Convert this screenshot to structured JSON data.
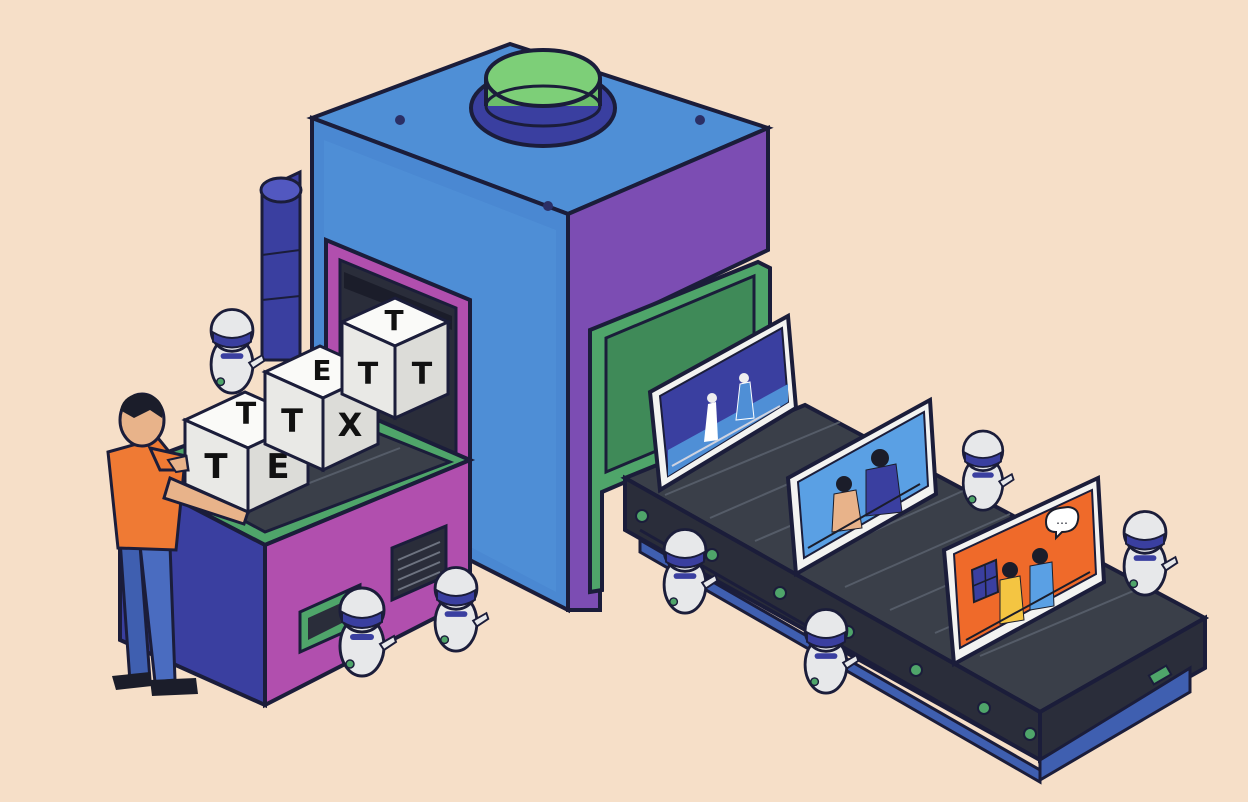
{
  "illustration": {
    "subject": "text-to-video machine",
    "colors": {
      "background": "#f6dfc8",
      "machine_blue": "#4f8fd6",
      "machine_purple": "#7c4db3",
      "machine_magenta": "#b14fae",
      "machine_green": "#4fa56a",
      "button_green": "#6cbf6a",
      "conveyor_dark": "#3a3f49",
      "cube": "#f1f1ef",
      "person_shirt": "#ef7a34",
      "person_pants": "#3f5fb0",
      "robot_body": "#e7e8ea",
      "robot_band": "#3a3fa0",
      "video_orange": "#ef6a2a"
    },
    "input_cubes": [
      {
        "letter": "T"
      },
      {
        "letter": "E"
      },
      {
        "letter": "X"
      },
      {
        "letter": "T"
      },
      {
        "letter": "E"
      },
      {
        "letter": "T"
      },
      {
        "letter": "T"
      },
      {
        "letter": "T"
      },
      {
        "letter": "T"
      }
    ],
    "output_screens": [
      {
        "scene": "stage-performance"
      },
      {
        "scene": "two-people-embrace"
      },
      {
        "scene": "couple-with-speech-bubble"
      }
    ],
    "speech_bubble_text": "…",
    "icons": {
      "robot": "robot-icon",
      "person": "person-icon",
      "machine_button": "round-button-icon"
    }
  }
}
